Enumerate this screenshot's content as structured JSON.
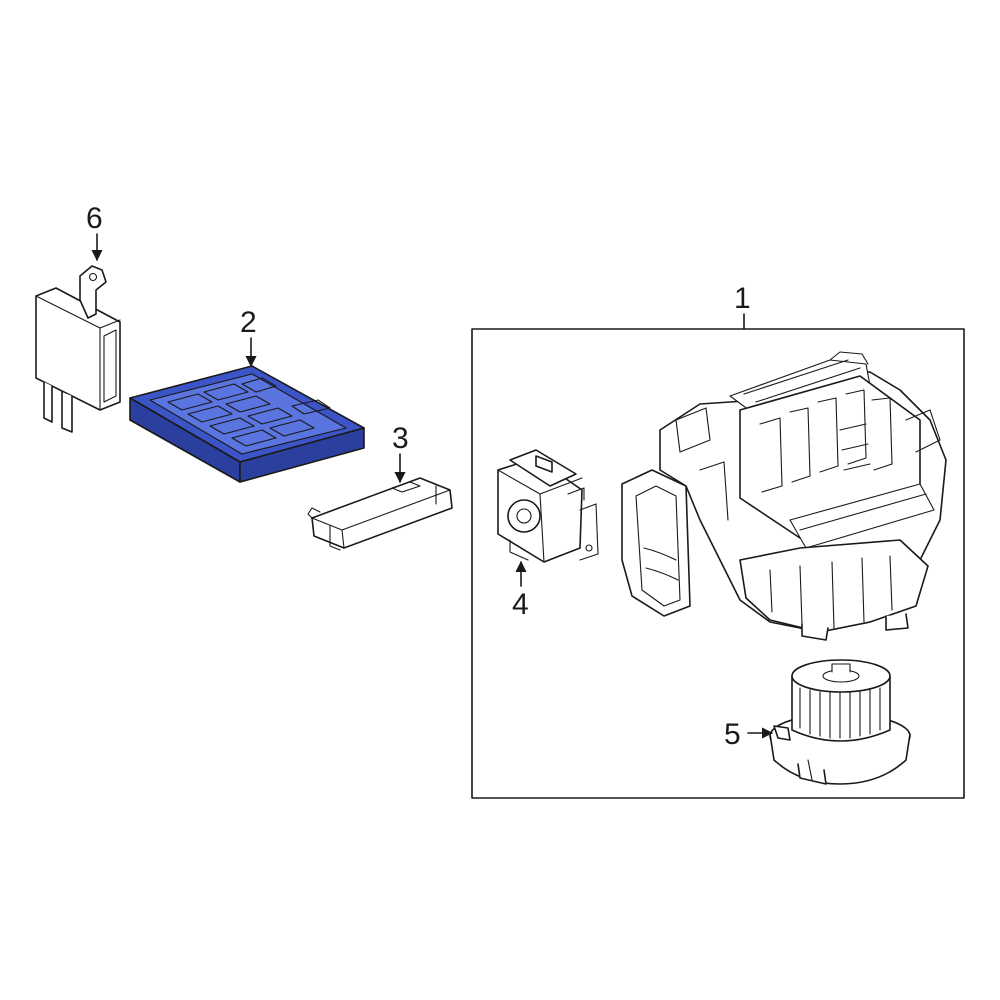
{
  "colors": {
    "highlight": "#3b55c9",
    "line": "#1a1a1a",
    "background": "#ffffff"
  },
  "callouts": {
    "c1": "1",
    "c2": "2",
    "c3": "3",
    "c4": "4",
    "c5": "5",
    "c6": "6"
  }
}
